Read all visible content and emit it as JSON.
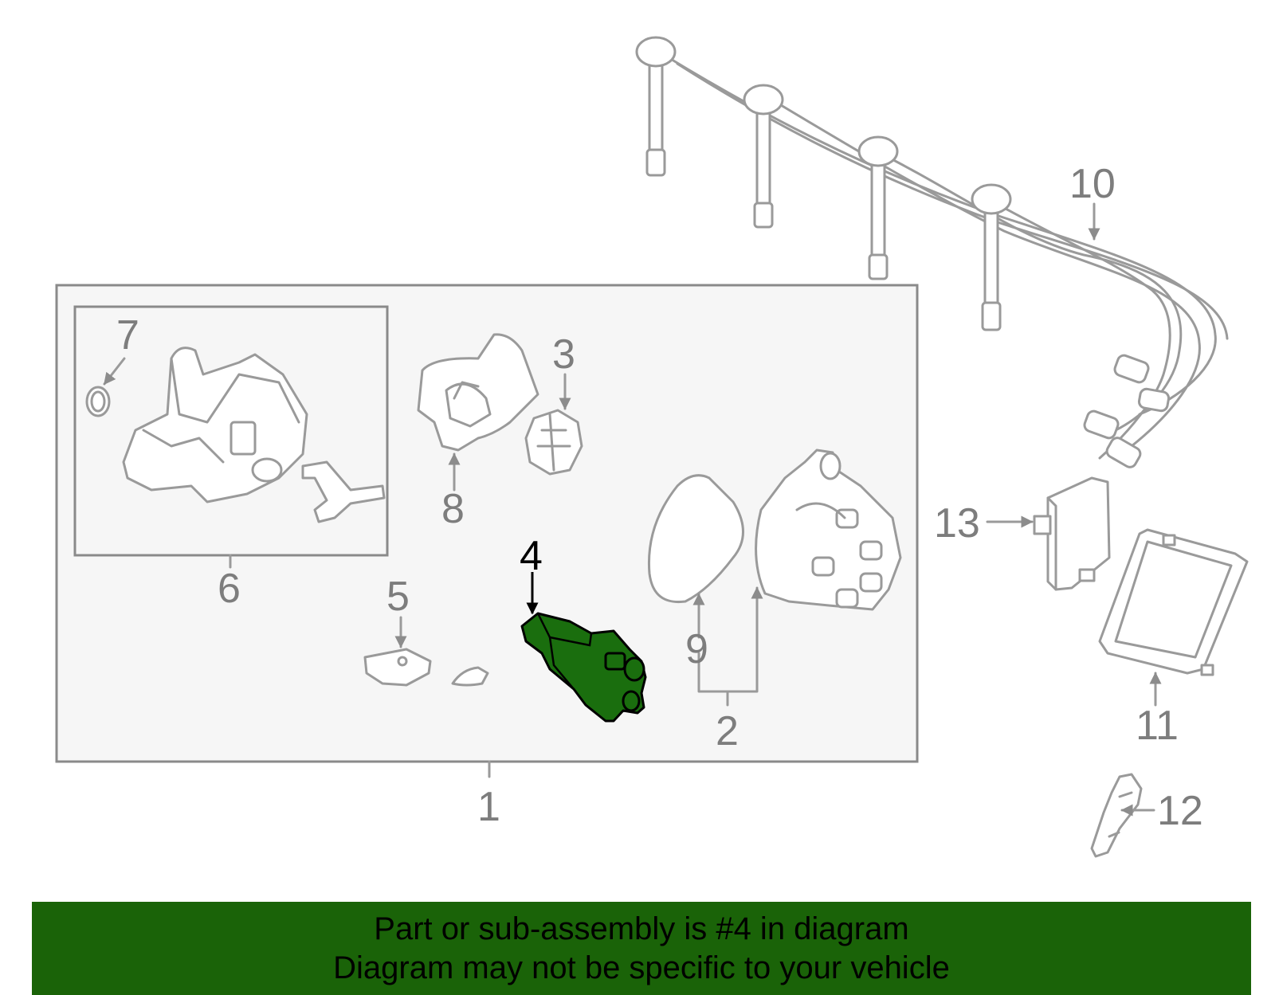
{
  "callouts": {
    "c1": "1",
    "c2": "2",
    "c3": "3",
    "c4": "4",
    "c5": "5",
    "c6": "6",
    "c7": "7",
    "c8": "8",
    "c9": "9",
    "c10": "10",
    "c11": "11",
    "c12": "12",
    "c13": "13"
  },
  "highlighted_part": "4",
  "colors": {
    "highlight_fill": "#1a6e0e",
    "banner_bg": "#1a6308",
    "outline": "#9a9a9a"
  },
  "banner": {
    "line1": "Part or sub-assembly is #4 in diagram",
    "line2": "Diagram may not be specific to your vehicle"
  }
}
